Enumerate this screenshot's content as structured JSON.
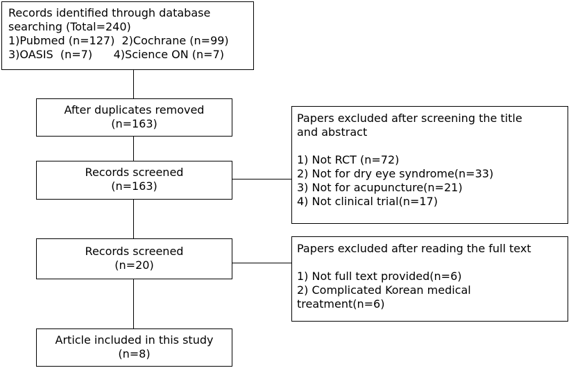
{
  "source": {
    "lines": [
      "Records identified through database",
      "searching (Total=240)",
      "1)Pubmed (n=127)  2)Cochrane (n=99)",
      "3)OASIS  (n=7)      4)Science ON (n=7)"
    ]
  },
  "dedup": {
    "title": "After duplicates removed",
    "count": "(n=163)"
  },
  "screen1": {
    "title": "Records screened",
    "count": "(n=163)"
  },
  "screen2": {
    "title": "Records screened",
    "count": "(n=20)"
  },
  "included": {
    "title": "Article included in this study",
    "count": "(n=8)"
  },
  "excluded1": {
    "heading": [
      "Papers excluded after screening the title",
      "and abstract"
    ],
    "items": [
      "1) Not RCT (n=72)",
      "2) Not for dry eye syndrome(n=33)",
      "3) Not for acupuncture(n=21)",
      "4) Not clinical trial(n=17)"
    ]
  },
  "excluded2": {
    "heading": [
      "Papers excluded after reading the full text"
    ],
    "items": [
      "1) Not full text provided(n=6)",
      "2) Complicated Korean medical",
      "treatment(n=6)"
    ]
  }
}
